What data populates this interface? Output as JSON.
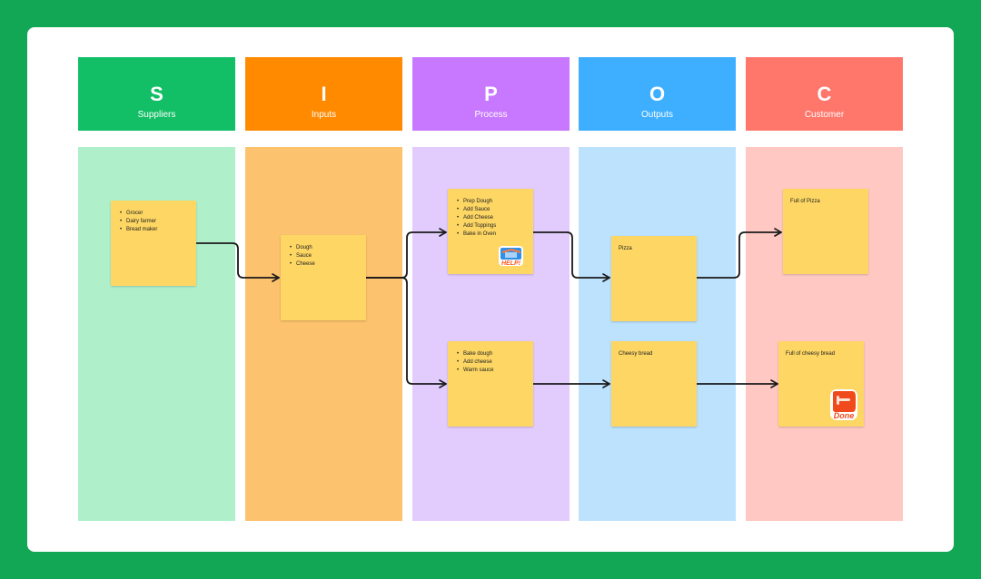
{
  "colors": {
    "background": "#12a755",
    "board": "#ffffff",
    "sticky": "#fdd663",
    "arrow": "#1a1a1a"
  },
  "columns": [
    {
      "letter": "S",
      "name": "Suppliers",
      "header_color": "#13bf66",
      "body_color": "#aff0cb"
    },
    {
      "letter": "I",
      "name": "Inputs",
      "header_color": "#ff8a00",
      "body_color": "#fdc26d"
    },
    {
      "letter": "P",
      "name": "Process",
      "header_color": "#c878fe",
      "body_color": "#e2cbfd"
    },
    {
      "letter": "O",
      "name": "Outputs",
      "header_color": "#3eafff",
      "body_color": "#bce2fd"
    },
    {
      "letter": "C",
      "name": "Customer",
      "header_color": "#ff766b",
      "body_color": "#ffc8c3"
    }
  ],
  "stickies": {
    "suppliers": {
      "items": [
        "Grocer",
        "Dairy farmer",
        "Bread maker"
      ]
    },
    "inputs": {
      "items": [
        "Dough",
        "Sauce",
        "Cheese"
      ]
    },
    "process_pizza": {
      "items": [
        "Prep Dough",
        "Add Sauce",
        "Add Cheese",
        "Add Toppings",
        "Bake in Oven"
      ]
    },
    "process_bread": {
      "items": [
        "Bake dough",
        "Add cheese",
        "Warm sauce"
      ]
    },
    "output_pizza": {
      "text": "Pizza"
    },
    "output_bread": {
      "text": "Cheesy bread"
    },
    "customer_pizza": {
      "text": "Full of Pizza"
    },
    "customer_bread": {
      "text": "Full of cheesy bread"
    }
  },
  "stickers": {
    "help": {
      "label": "HELP!",
      "icon": "help-sticker-icon"
    },
    "done": {
      "label": "Done",
      "icon": "done-sticker-icon"
    }
  }
}
